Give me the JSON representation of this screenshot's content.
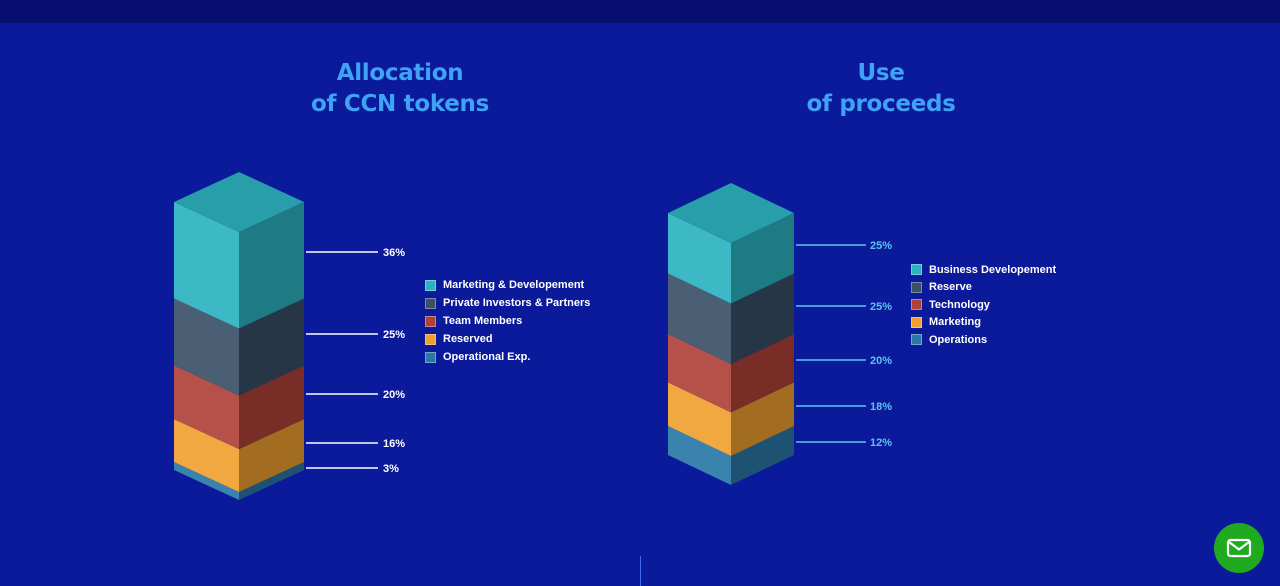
{
  "chart_data": [
    {
      "type": "bar",
      "title_lines": [
        "Allocation",
        "of CCN tokens"
      ],
      "series": [
        {
          "name": "Marketing & Developement",
          "value": 36,
          "label": "36%",
          "color": "#2cb3c0"
        },
        {
          "name": "Private Investors & Partners",
          "value": 25,
          "label": "25%",
          "color": "#3a5068"
        },
        {
          "name": "Team Members",
          "value": 20,
          "label": "20%",
          "color": "#b0423a"
        },
        {
          "name": "Reserved",
          "value": 16,
          "label": "16%",
          "color": "#f0a030"
        },
        {
          "name": "Operational Exp.",
          "value": 3,
          "label": "3%",
          "color": "#2a78a8"
        }
      ]
    },
    {
      "type": "bar",
      "title_lines": [
        "Use",
        "of proceeds"
      ],
      "series": [
        {
          "name": "Business Developement",
          "value": 25,
          "label": "25%",
          "color": "#2cb3c0"
        },
        {
          "name": "Reserve",
          "value": 25,
          "label": "25%",
          "color": "#3a5068"
        },
        {
          "name": "Technology",
          "value": 20,
          "label": "20%",
          "color": "#b0423a"
        },
        {
          "name": "Marketing",
          "value": 18,
          "label": "18%",
          "color": "#f0a030"
        },
        {
          "name": "Operations",
          "value": 12,
          "label": "12%",
          "color": "#2a78a8"
        }
      ]
    }
  ],
  "icons": {
    "contact": "mail-icon"
  },
  "colors": {
    "background": "#0b1a9a",
    "title": "#3fa3f5",
    "label_chart1": "#ffffff",
    "label_chart2": "#5bc4f0",
    "contact_button": "#1faa1f"
  }
}
